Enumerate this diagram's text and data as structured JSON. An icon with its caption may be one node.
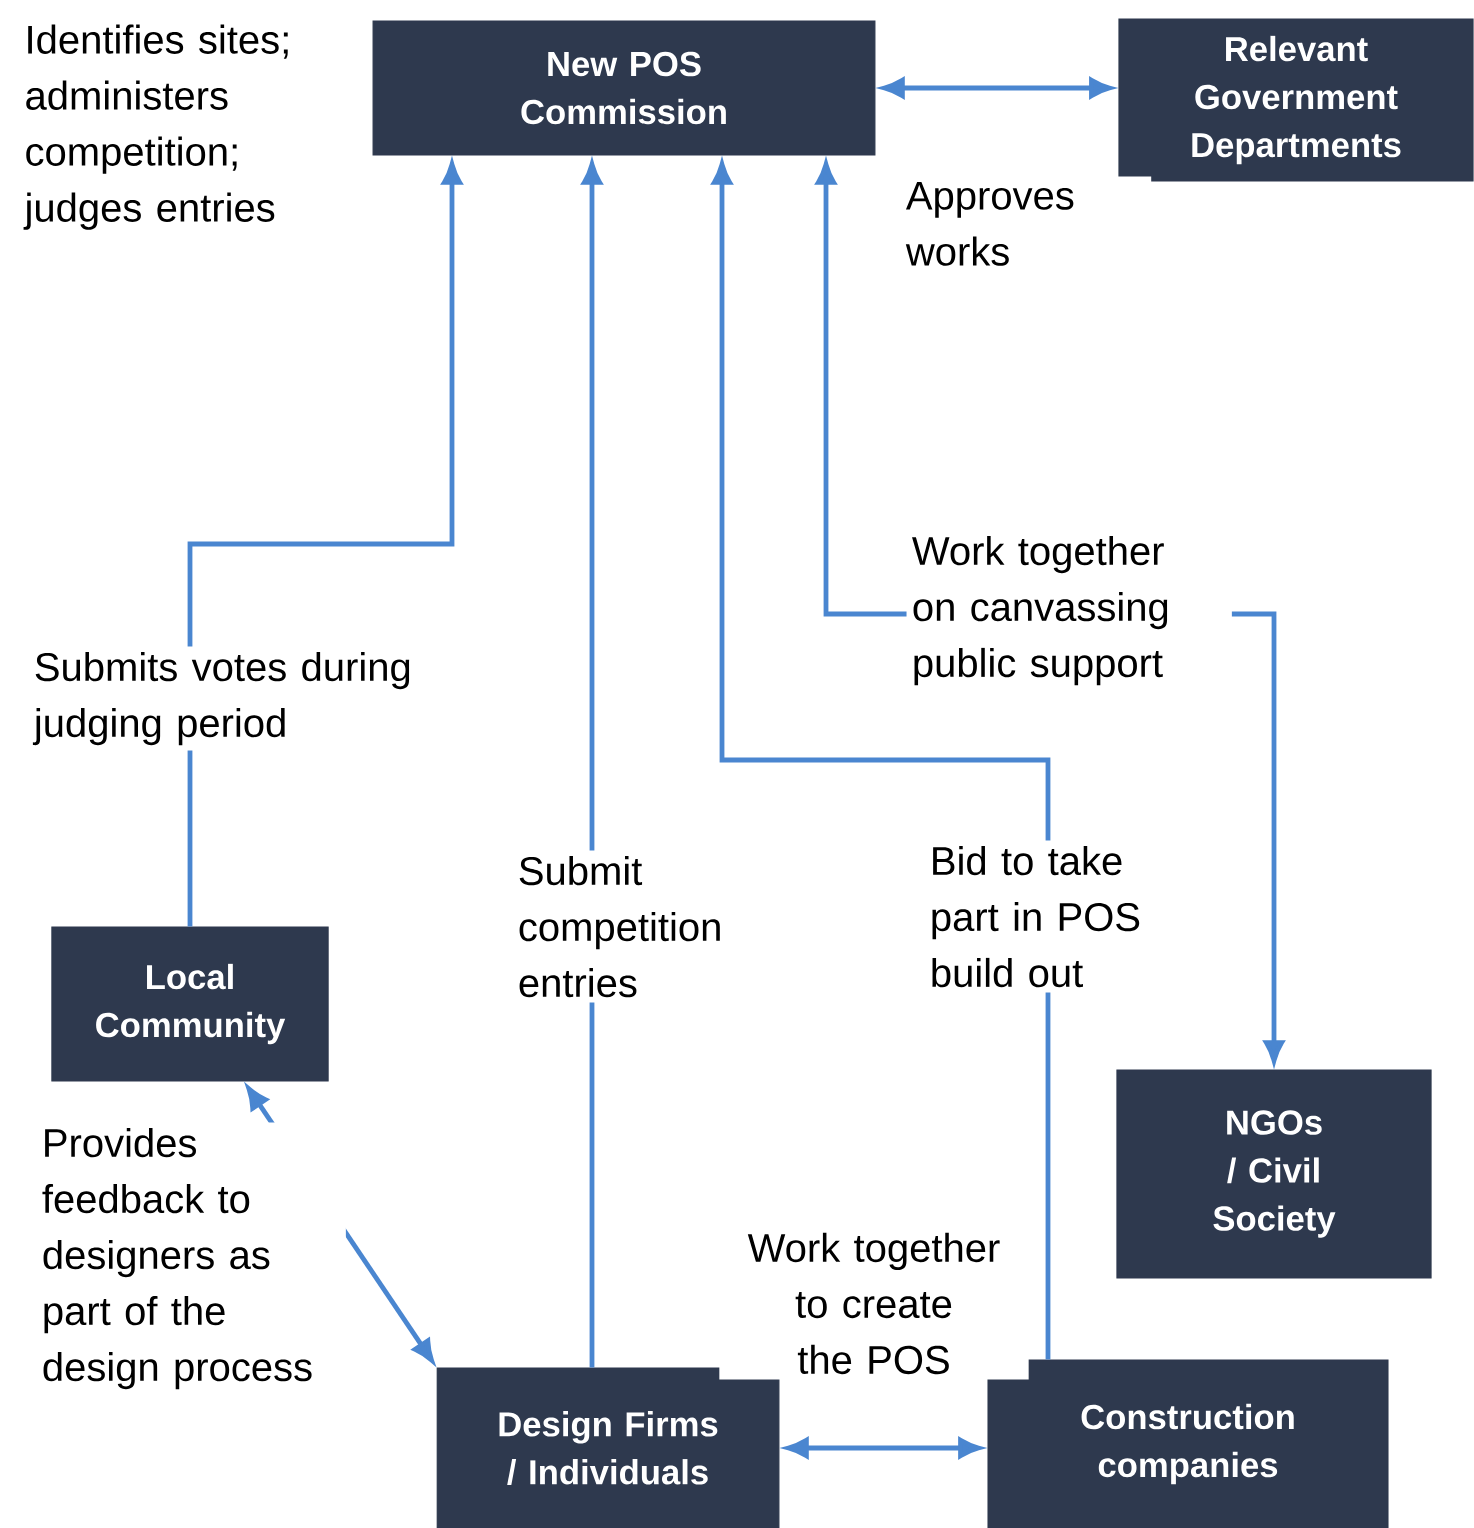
{
  "diagram": {
    "nodes": [
      {
        "text": [
          "New POS Commission"
        ],
        "beside": [
          "Identifies sites; administers competition; judges entries"
        ]
      },
      {
        "text": [
          "Relevant Government Departments"
        ]
      },
      {
        "text": [
          "Local Community"
        ]
      },
      {
        "text": [
          "NGOs / Civil Society"
        ]
      },
      {
        "text": [
          "Design Firms / Individuals"
        ]
      },
      {
        "text": [
          "Construction companies"
        ]
      }
    ],
    "edges": [
      {
        "from": 0,
        "to": 1,
        "arrow": "both",
        "label": "Approves works"
      },
      {
        "from": 2,
        "to": 0,
        "arrow": "to",
        "label": "Submits votes during judging period"
      },
      {
        "from": 4,
        "to": 0,
        "arrow": "to",
        "label": "Submit competition entries"
      },
      {
        "from": 5,
        "to": 0,
        "arrow": "to",
        "label": "Bid to take part in POS build out"
      },
      {
        "from": 0,
        "to": 3,
        "arrow": "both",
        "label": "Work together on canvassing public support"
      },
      {
        "from": 2,
        "to": 4,
        "arrow": "both",
        "label": "Provides feedback to designers as part of the design process"
      },
      {
        "from": 4,
        "to": 5,
        "arrow": "both",
        "label": "Work together to create the POS"
      }
    ]
  }
}
